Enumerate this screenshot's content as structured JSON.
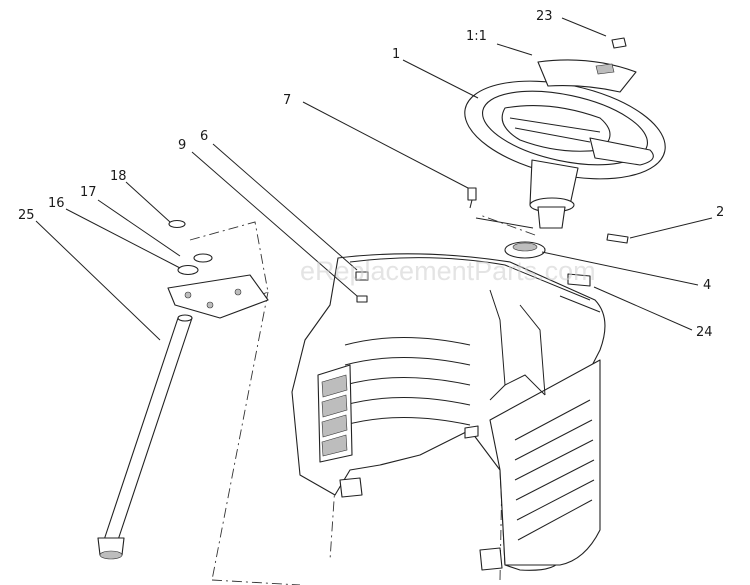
{
  "watermark": "eReplacementParts.com",
  "callouts": {
    "p1": "1",
    "p1_1": "1:1",
    "p2": "2",
    "p4": "4",
    "p6": "6",
    "p7": "7",
    "p9": "9",
    "p16": "16",
    "p17": "17",
    "p18": "18",
    "p23": "23",
    "p24": "24",
    "p25": "25"
  }
}
